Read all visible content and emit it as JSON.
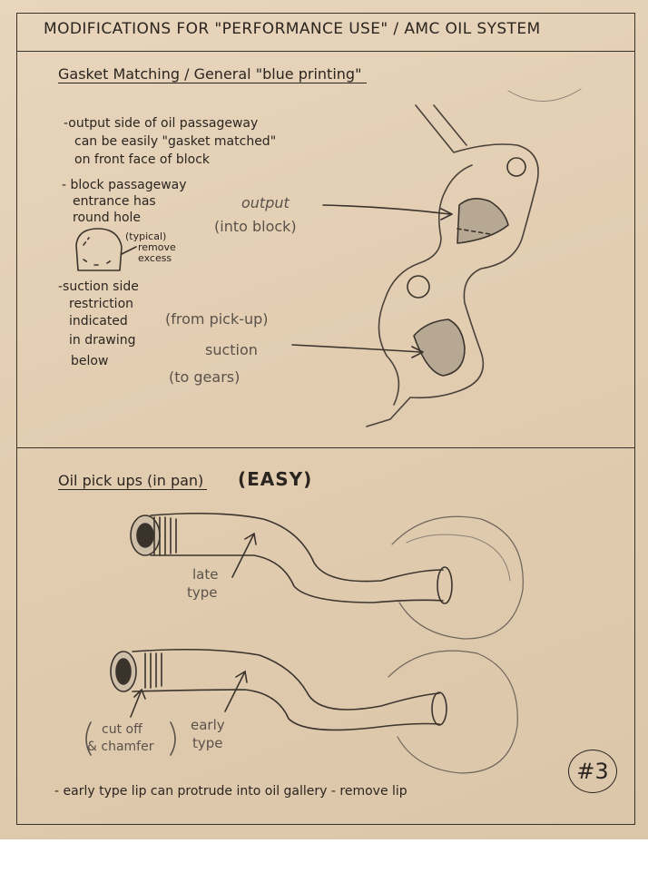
{
  "page": {
    "title": "MODIFICATIONS FOR \"PERFORMANCE USE\" / AMC OIL SYSTEM"
  },
  "section1": {
    "heading": "Gasket Matching / General \"blue printing\"",
    "notes": [
      "-output side of oil passageway",
      "can be easily \"gasket matched\"",
      "on front face of block",
      "- block passageway",
      "entrance has",
      "round hole",
      "-suction side",
      "restriction",
      "indicated",
      "in drawing",
      "below"
    ],
    "typical_label": "(typical)",
    "remove_label_1": "remove",
    "remove_label_2": "excess",
    "output_label": "output",
    "into_block_label": "(into block)",
    "from_pickup_label": "(from pick-up)",
    "suction_label": "suction",
    "to_gears_label": "(to gears)"
  },
  "section2": {
    "heading": "Oil pick ups (in pan)",
    "easy_label": "(EASY)",
    "late_label": "late",
    "late_type_label": "type",
    "early_label": "early",
    "early_type_label": "type",
    "cut_off_label": "cut off",
    "chamfer_label": "& chamfer",
    "bottom_note": "- early type lip can protrude into oil gallery - remove lip",
    "page_number": "#3"
  }
}
